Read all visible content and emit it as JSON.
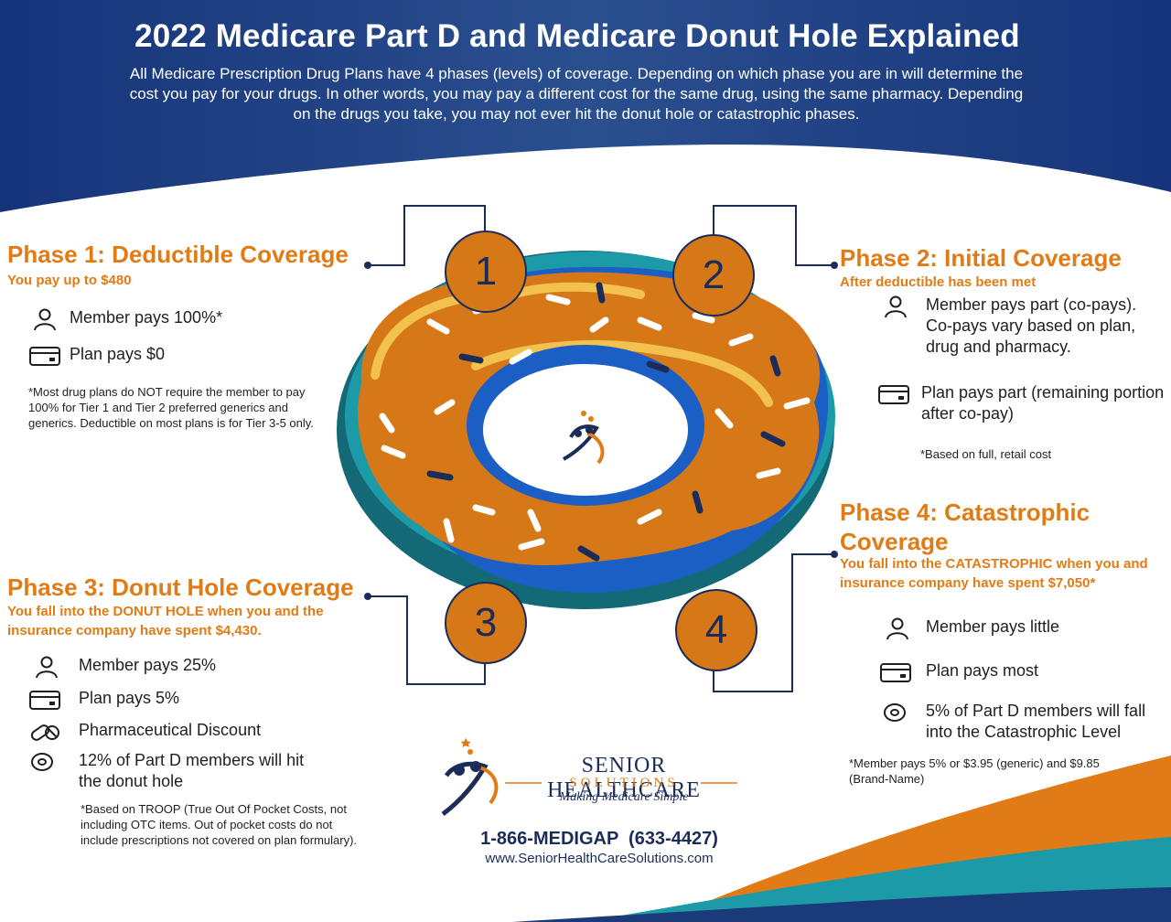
{
  "header": {
    "title": "2022 Medicare Part D and Medicare Donut Hole Explained",
    "intro": "All Medicare Prescription Drug Plans have 4 phases (levels) of coverage. Depending on which phase you are in will determine the cost you pay for your drugs. In other words, you may pay a different cost for the same drug, using the same pharmacy. Depending on the drugs you take, you may not ever hit the donut hole or catastrophic phases."
  },
  "phases": {
    "p1": {
      "number": "1",
      "title": "Phase 1: Deductible Coverage",
      "subtitle": "You pay up to $480",
      "items": [
        {
          "icon": "person-icon",
          "text": "Member pays 100%*"
        },
        {
          "icon": "credit-card-icon",
          "text": "Plan pays $0"
        }
      ],
      "note": "*Most drug plans do NOT require the member to pay 100% for Tier 1 and Tier 2 preferred generics and generics. Deductible on most plans is for Tier 3-5 only."
    },
    "p2": {
      "number": "2",
      "title": "Phase 2: Initial Coverage",
      "subtitle": "After deductible  has been met",
      "items": [
        {
          "icon": "person-icon",
          "text": "Member pays part (co-pays). Co-pays vary based on plan, drug and pharmacy."
        },
        {
          "icon": "credit-card-icon",
          "text": "Plan pays part (remaining portion after co-pay)"
        }
      ],
      "note": "*Based on full, retail cost"
    },
    "p3": {
      "number": "3",
      "title": "Phase 3: Donut Hole Coverage",
      "subtitle": "You fall into the DONUT HOLE when you and the insurance company have spent $4,430.",
      "items": [
        {
          "icon": "person-icon",
          "text": "Member pays 25%"
        },
        {
          "icon": "credit-card-icon",
          "text": "Plan pays 5%"
        },
        {
          "icon": "pills-icon",
          "text": "Pharmaceutical Discount"
        },
        {
          "icon": "donut-icon",
          "text": "12% of Part D members will hit the donut hole"
        }
      ],
      "note": "*Based on TROOP (True Out Of Pocket Costs, not including OTC items. Out of pocket costs do not include prescriptions not covered on plan formulary)."
    },
    "p4": {
      "number": "4",
      "title": "Phase 4: Catastrophic Coverage",
      "subtitle": "You fall into the CATASTROPHIC when you and insurance company have spent $7,050*",
      "items": [
        {
          "icon": "person-icon",
          "text": "Member pays little"
        },
        {
          "icon": "credit-card-icon",
          "text": "Plan pays most"
        },
        {
          "icon": "donut-icon",
          "text": "5% of Part D members will fall into the Catastrophic Level"
        }
      ],
      "note": "*Member pays 5% or $3.95 (generic) and $9.85 (Brand-Name)"
    }
  },
  "footer": {
    "company": "SENIOR HEALTHCARE",
    "company_line2": "SOLUTIONS",
    "tagline": "Making Medicare Simple",
    "phone": "1-866-MEDIGAP  (633-4427)",
    "website": "www.SeniorHealthCareSolutions.com"
  },
  "colors": {
    "navy": "#1b3a7a",
    "orange": "#e07b16",
    "teal": "#1c9aa8",
    "blue": "#1c5fc4"
  }
}
